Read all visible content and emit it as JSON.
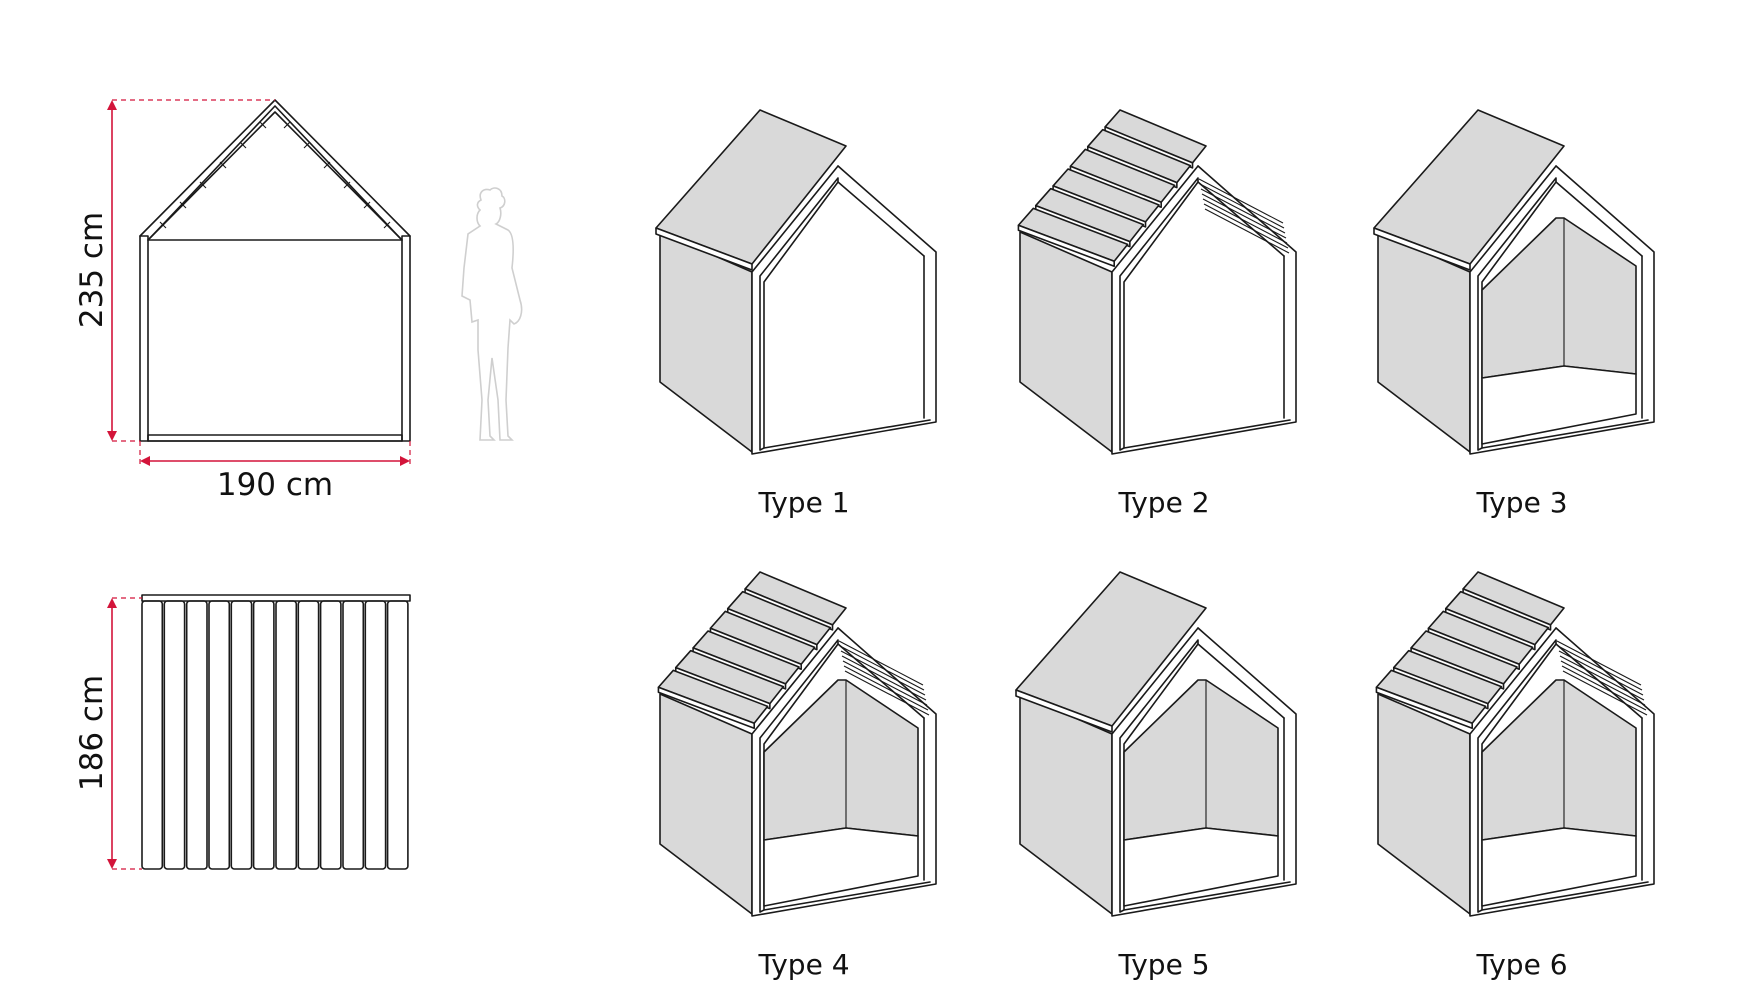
{
  "front_view": {
    "height_label": "235 cm",
    "width_label": "190 cm"
  },
  "side_view": {
    "depth_label": "186 cm"
  },
  "variants": [
    {
      "label": "Type 1",
      "roof": "solid",
      "back": "open"
    },
    {
      "label": "Type 2",
      "roof": "slatted",
      "back": "open"
    },
    {
      "label": "Type 3",
      "roof": "solid",
      "back": "closed"
    },
    {
      "label": "Type 4",
      "roof": "slatted",
      "back": "closed"
    },
    {
      "label": "Type 5",
      "roof": "solid",
      "back": "closed"
    },
    {
      "label": "Type 6",
      "roof": "slatted",
      "back": "closed"
    }
  ],
  "colors": {
    "dimension": "#d3143a",
    "panel": "#d9d9d9",
    "line": "#1a1a1a"
  }
}
